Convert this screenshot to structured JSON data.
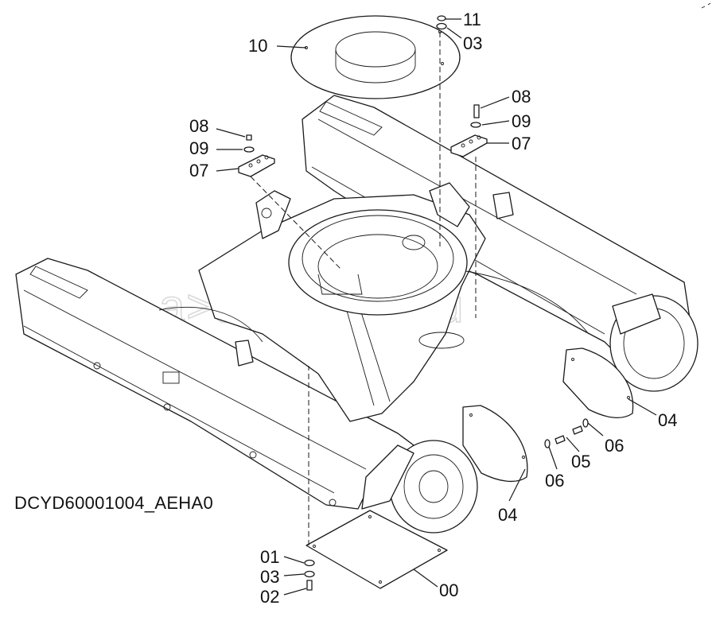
{
  "drawing_code": "DCYD60001004_AEHA0",
  "watermark": "a>autopiter.ru",
  "callouts": {
    "c00": "00",
    "c01": "01",
    "c02": "02",
    "c03_top": "03",
    "c03_bottom": "03",
    "c04_right": "04",
    "c04_bottom": "04",
    "c05": "05",
    "c06_right": "06",
    "c06_bottom": "06",
    "c07_left": "07",
    "c07_right": "07",
    "c08_left": "08",
    "c08_right": "08",
    "c09_left": "09",
    "c09_right": "09",
    "c10": "10",
    "c11": "11"
  }
}
